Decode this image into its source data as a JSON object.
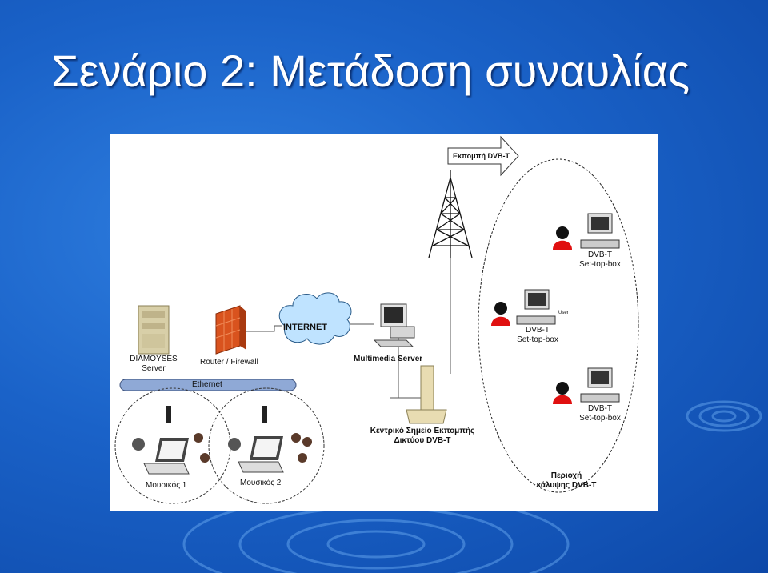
{
  "slide": {
    "title": "Σενάριο 2: Μετάδοση συναυλίας"
  },
  "diagram": {
    "broadcast_arrow": "Εκπομπή DVB-T",
    "internet": "INTERNET",
    "server_line1": "DIAMOYSES",
    "server_line2": "Server",
    "router": "Router / Firewall",
    "ethernet": "Ethernet",
    "multimedia": "Multimedia Server",
    "center_line1": "Κεντρικό Σημείο Εκπομπής",
    "center_line2": "Δικτύου DVB-T",
    "musician1": "Μουσικός 1",
    "musician2": "Μουσικός 2",
    "stb1_line1": "DVB-T",
    "stb1_line2": "Set-top-box",
    "stb2_line1": "DVB-T",
    "stb2_line2": "Set-top-box",
    "stb3_line1": "DVB-T",
    "stb3_line2": "Set-top-box",
    "user": "User",
    "coverage_line1": "Περιοχή",
    "coverage_line2": "κάλυψης DVB-T"
  },
  "colors": {
    "background": "#1a62c8",
    "title": "#ffffff",
    "user_red": "#e01010",
    "cloud": "#bfe3ff"
  }
}
